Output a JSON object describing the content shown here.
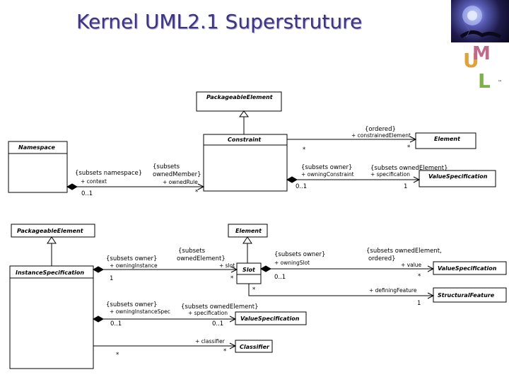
{
  "title": "Kernel UML2.1 Superstruture",
  "logo_text": "UML",
  "logo_tm": "™",
  "top_diagram": {
    "classes": {
      "packageable_element": "PackageableElement",
      "constraint": "Constraint",
      "element": "Element",
      "namespace": "Namespace",
      "value_specification": "ValueSpecification"
    },
    "labels": {
      "ordered": "{ordered}",
      "constrained_element": "+ constrainedElement",
      "star_constraint": "*",
      "star_element": "*",
      "subsets_namespace": "{subsets namespace}",
      "context": "+ context",
      "mult_01_namespace": "0..1",
      "subsets": "{subsets",
      "owned_member": "ownedMember}",
      "owned_rule": "+ ownedRule",
      "star_rule": "*",
      "subsets_owner": "{subsets owner}",
      "owning_constraint": "+ owningConstraint",
      "mult_01_constraint": "0..1",
      "subsets_owned_element": "{subsets ownedElement}",
      "specification": "+ specification",
      "one_spec": "1"
    }
  },
  "bottom_diagram": {
    "classes": {
      "packageable_element": "PackageableElement",
      "element": "Element",
      "instance_specification": "InstanceSpecification",
      "slot": "Slot",
      "value_specification_1": "ValueSpecification",
      "structural_feature": "StructuralFeature",
      "value_specification_2": "ValueSpecification",
      "classifier": "Classifier"
    },
    "labels": {
      "subsets_owner_1": "{subsets owner}",
      "owning_instance": "+ owningInstance",
      "one_instance": "1",
      "subsets_owned_element_1a": "{subsets",
      "subsets_owned_element_1b": "ownedElement}",
      "slot_role": "+ slot",
      "star_slot": "*",
      "subsets_owner_2": "{subsets owner}",
      "owning_slot": "+ owningSlot",
      "mult_01_slot": "0..1",
      "subsets_owned_element_ordered_a": "{subsets ownedElement,",
      "subsets_owned_element_ordered_b": "ordered}",
      "value": "+ value",
      "star_value": "*",
      "star_defining": "*",
      "defining_feature": "+ definingFeature",
      "one_feature": "1",
      "subsets_owner_3": "{subsets owner}",
      "owning_instance_spec": "+ owningInstanceSpec",
      "mult_01_ispec": "0..1",
      "subsets_owned_element_2": "{subsets ownedElement}",
      "specification": "+ specification",
      "mult_01_spec": "0..1",
      "classifier_role": "+ classifier",
      "star_classifier_end": "*",
      "star_instance": "*"
    }
  }
}
